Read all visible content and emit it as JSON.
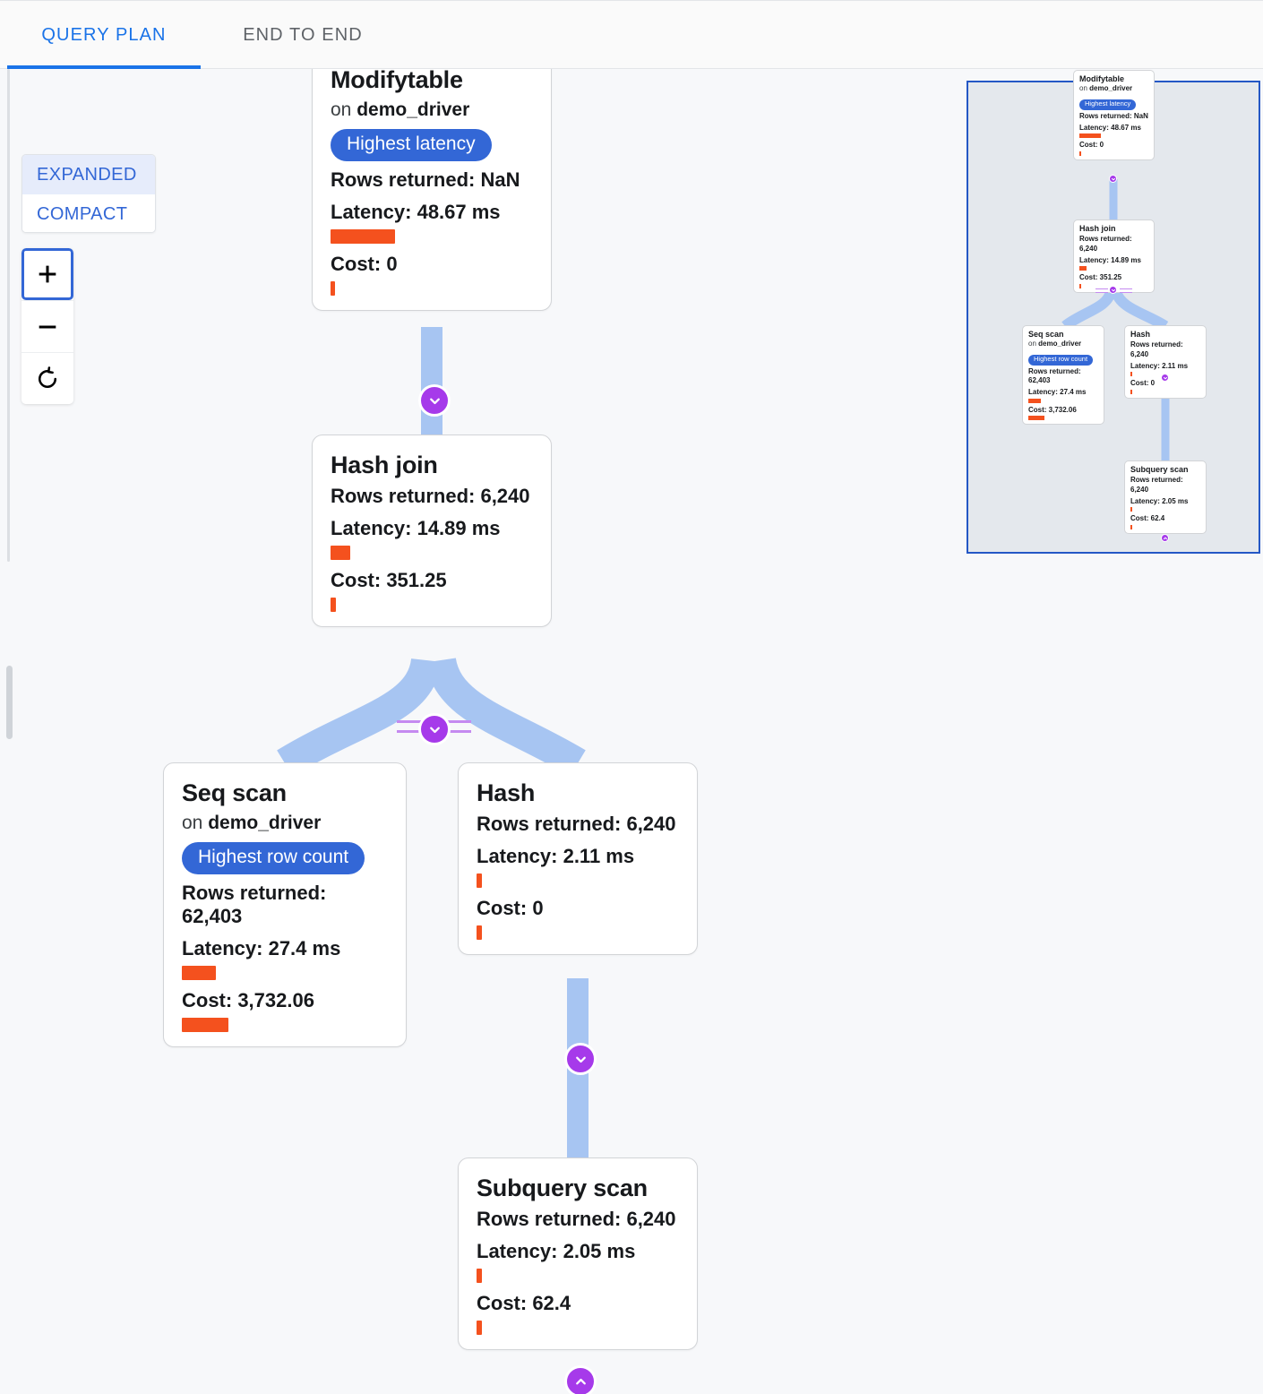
{
  "tabs": [
    {
      "id": "query-plan",
      "label": "QUERY PLAN",
      "active": true
    },
    {
      "id": "end-to-end",
      "label": "END TO END",
      "active": false
    }
  ],
  "view_mode": {
    "expanded_label": "EXPANDED",
    "compact_label": "COMPACT",
    "selected": "EXPANDED"
  },
  "zoom_controls": {
    "zoom_in": "+",
    "zoom_out": "−",
    "reset": "reset-icon",
    "focused": "zoom-in"
  },
  "colors": {
    "accent_blue": "#3367d6",
    "tab_active": "#1a73e8",
    "bar_orange": "#f4511e",
    "edge_blue": "#a7c5f2",
    "chevron_purple": "#a63aea",
    "minimap_bg": "#e4e8ed",
    "minimap_border": "#2457c5"
  },
  "labels": {
    "on_prefix": "on",
    "rows_prefix": "Rows returned:",
    "latency_prefix": "Latency:",
    "cost_prefix": "Cost:"
  },
  "nodes": [
    {
      "id": "modifytable",
      "title": "Modifytable",
      "relation": "demo_driver",
      "badge": "Highest latency",
      "rows": "Rows returned: NaN",
      "latency": "Latency: 48.67 ms",
      "latency_bar_pct": 100,
      "cost": "Cost: 0",
      "cost_bar_pct": 2,
      "collapse_icon": "chevron-down-icon"
    },
    {
      "id": "hash-join",
      "title": "Hash join",
      "relation": null,
      "badge": null,
      "rows": "Rows returned: 6,240",
      "latency": "Latency: 14.89 ms",
      "latency_bar_pct": 31,
      "cost": "Cost: 351.25",
      "cost_bar_pct": 4,
      "collapse_icon": "chevron-down-icon"
    },
    {
      "id": "seq-scan",
      "title": "Seq scan",
      "relation": "demo_driver",
      "badge": "Highest row count",
      "rows": "Rows returned: 62,403",
      "latency": "Latency: 27.4 ms",
      "latency_bar_pct": 56,
      "cost": "Cost: 3,732.06",
      "cost_bar_pct": 100,
      "collapse_icon": null
    },
    {
      "id": "hash",
      "title": "Hash",
      "relation": null,
      "badge": null,
      "rows": "Rows returned: 6,240",
      "latency": "Latency: 2.11 ms",
      "latency_bar_pct": 4,
      "cost": "Cost: 0",
      "cost_bar_pct": 2,
      "collapse_icon": "chevron-down-icon"
    },
    {
      "id": "subquery-scan",
      "title": "Subquery scan",
      "relation": null,
      "badge": null,
      "rows": "Rows returned: 6,240",
      "latency": "Latency: 2.05 ms",
      "latency_bar_pct": 4,
      "cost": "Cost: 62.4",
      "cost_bar_pct": 2,
      "collapse_icon": "chevron-up-icon"
    }
  ],
  "edges": [
    {
      "from": "modifytable",
      "to": "hash-join"
    },
    {
      "from": "hash-join",
      "to": "seq-scan"
    },
    {
      "from": "hash-join",
      "to": "hash"
    },
    {
      "from": "hash",
      "to": "subquery-scan"
    }
  ],
  "minimap": {
    "name": "plan-minimap",
    "viewport_visible": true
  }
}
